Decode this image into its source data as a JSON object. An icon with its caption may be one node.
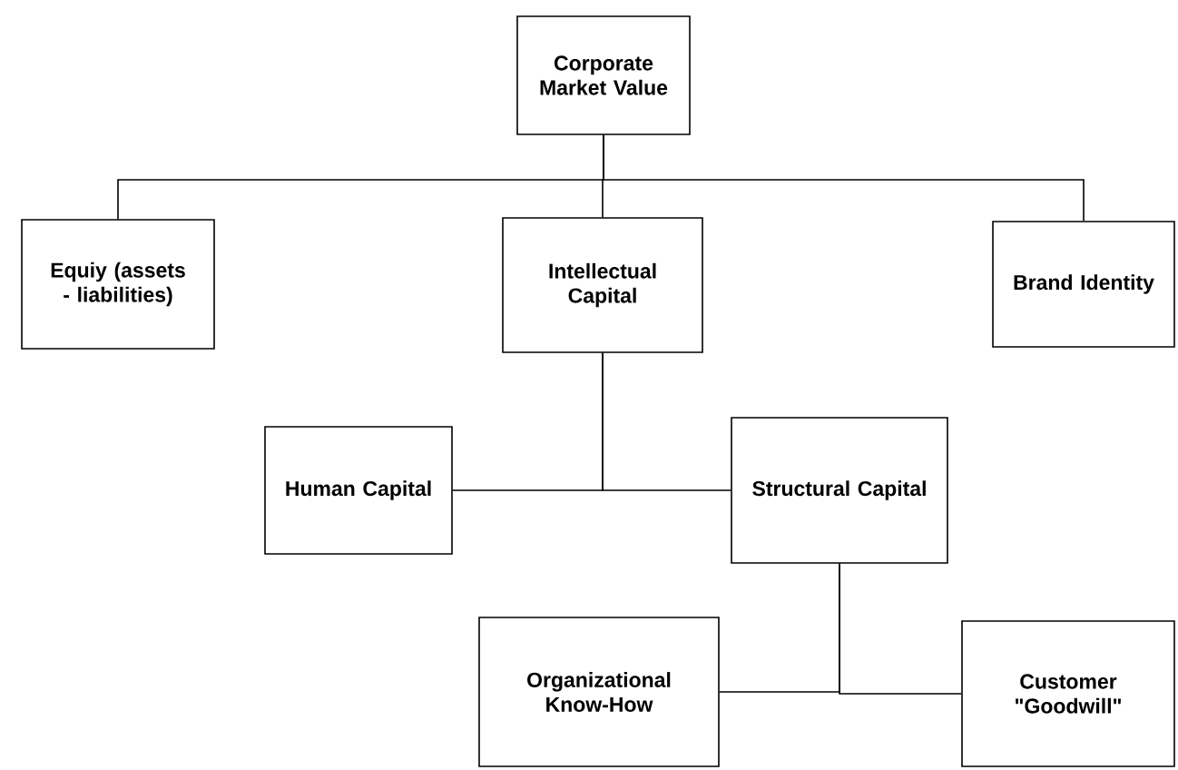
{
  "diagram": {
    "nodes": [
      {
        "text": [
          "Corporate Market Value"
        ]
      },
      {
        "text": [
          "Equiy (assets - liabilities)"
        ]
      },
      {
        "text": [
          "Intellectual Capital"
        ]
      },
      {
        "text": [
          "Brand Identity"
        ]
      },
      {
        "text": [
          "Human Capital"
        ]
      },
      {
        "text": [
          "Structural Capital"
        ]
      },
      {
        "text": [
          "Organizational Know-How"
        ]
      },
      {
        "text": [
          "Customer \"Goodwill\""
        ]
      }
    ],
    "edges": [
      {
        "from": 0,
        "to": 1,
        "arrow": "none"
      },
      {
        "from": 0,
        "to": 2,
        "arrow": "none"
      },
      {
        "from": 0,
        "to": 3,
        "arrow": "none"
      },
      {
        "from": 2,
        "to": 4,
        "arrow": "none"
      },
      {
        "from": 2,
        "to": 5,
        "arrow": "none"
      },
      {
        "from": 5,
        "to": 6,
        "arrow": "none"
      },
      {
        "from": 5,
        "to": 7,
        "arrow": "none"
      }
    ]
  }
}
